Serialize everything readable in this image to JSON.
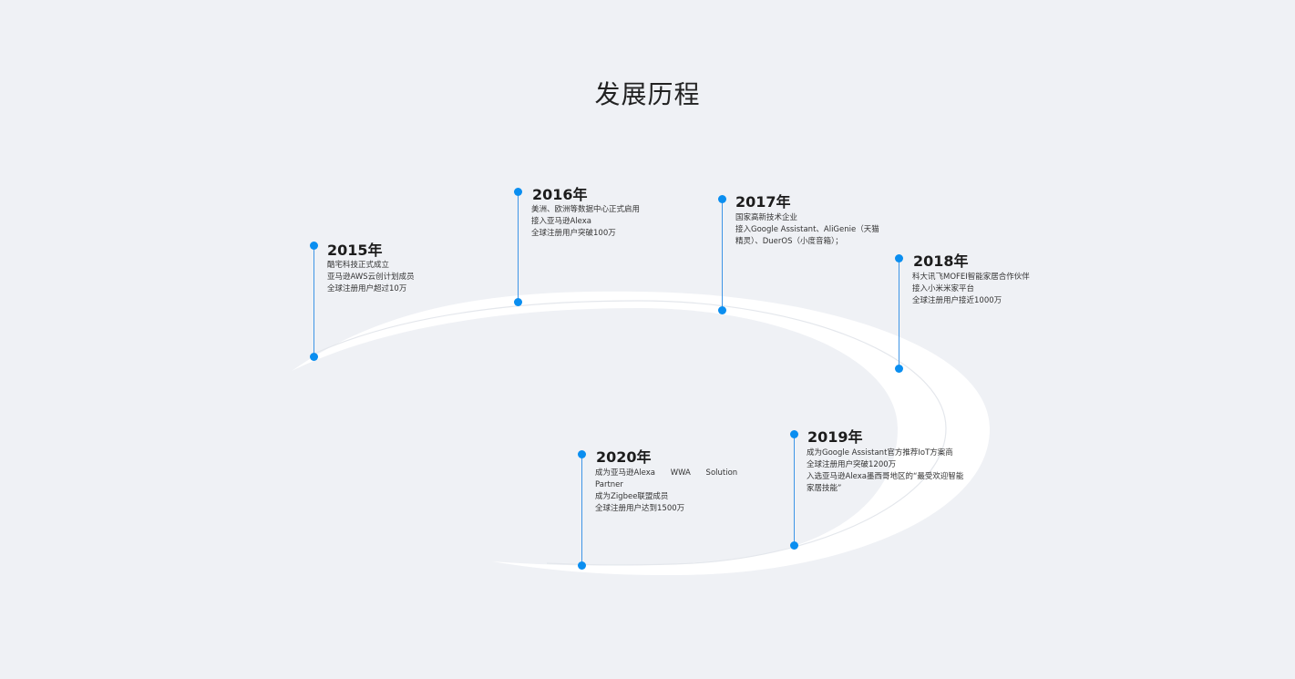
{
  "title": "发展历程",
  "colors": {
    "background": "#eff1f5",
    "accent": "#0a8ef0",
    "track": "#ffffff"
  },
  "milestones": [
    {
      "year": "2015年",
      "lines": [
        "酷宅科技正式成立",
        "亚马逊AWS云创计划成员",
        "全球注册用户超过10万"
      ]
    },
    {
      "year": "2016年",
      "lines": [
        "美洲、欧洲等数据中心正式启用",
        "接入亚马逊Alexa",
        "全球注册用户突破100万"
      ]
    },
    {
      "year": "2017年",
      "lines": [
        "国家高新技术企业",
        "接入Google Assistant、AliGenie（天猫精灵）、DuerOS（小度音箱）；"
      ]
    },
    {
      "year": "2018年",
      "lines": [
        "科大讯飞MOFEI智能家居合作伙伴",
        "接入小米米家平台",
        "全球注册用户接近1000万"
      ]
    },
    {
      "year": "2019年",
      "lines": [
        "成为Google Assistant官方推荐IoT方案商",
        "全球注册用户突破1200万",
        "入选亚马逊Alexa墨西哥地区的“最受欢迎智能家居技能”"
      ]
    },
    {
      "year": "2020年",
      "lines": [
        "成为亚马逊Alexa WWA Solution Partner",
        "成为Zigbee联盟成员",
        "全球注册用户达到1500万"
      ]
    }
  ]
}
